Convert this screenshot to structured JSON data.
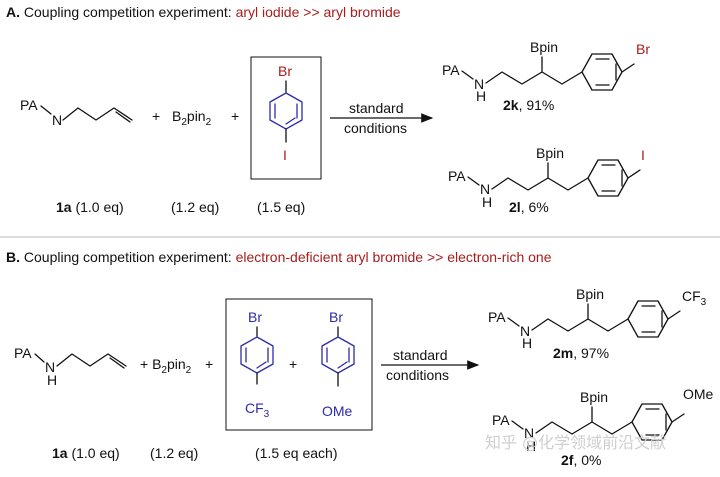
{
  "sectionA": {
    "letter": "A.",
    "text": "Coupling competition experiment: ",
    "highlight": "aryl iodide >> aryl bromide",
    "reagent1": "1a",
    "reagent1_eq": "(1.0 eq)",
    "reagent2_eq": "(1.2 eq)",
    "reagent3_eq": "(1.5 eq)",
    "arrow_top": "standard",
    "arrow_bottom": "conditions",
    "product1_id": "2k",
    "product1_yield": ", 91%",
    "product2_id": "2l",
    "product2_yield": ", 6%"
  },
  "sectionB": {
    "letter": "B.",
    "text": "Coupling competition experiment: ",
    "highlight": "electron-deficient aryl bromide >> electron-rich one",
    "reagent1": "1a",
    "reagent1_eq": "(1.0 eq)",
    "reagent2_eq": "(1.2 eq)",
    "reagent3_eq": "(1.5 eq each)",
    "arrow_top": "standard",
    "arrow_bottom": "conditions",
    "product1_id": "2m",
    "product1_yield": ", 97%",
    "product2_id": "2f",
    "product2_yield": ", 0%"
  },
  "labels": {
    "pa": "PA",
    "n": "N",
    "h": "H",
    "bpin": "Bpin",
    "b2": "B",
    "sub2": "2",
    "pin": "pin",
    "plus": "+",
    "br": "Br",
    "i": "I",
    "cf": "CF",
    "sub3": "3",
    "ome": "OMe"
  },
  "watermark": "知乎 @化学领域前沿文献",
  "colors": {
    "red": "#a81d1d",
    "blue": "#2c2ca8"
  }
}
